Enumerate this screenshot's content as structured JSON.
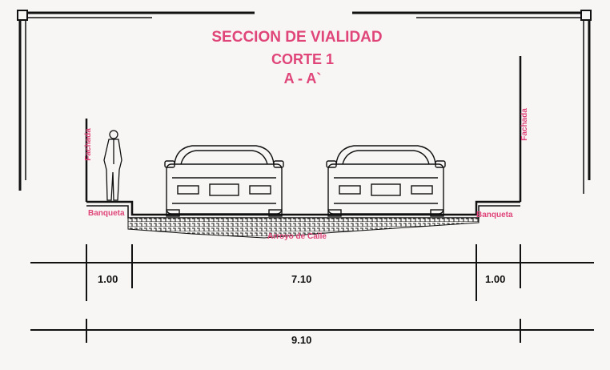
{
  "title": {
    "line1": "SECCION DE VIALIDAD",
    "line2": "CORTE 1",
    "line3": "A - A`"
  },
  "labels": {
    "facade_left": "Fachada",
    "facade_right": "Fachada",
    "sidewalk_left": "Banqueta",
    "sidewalk_right": "Banqueta",
    "roadway": "Arroyo de Calle"
  },
  "dimensions": {
    "sidewalk_left": "1.00",
    "roadway": "7.10",
    "sidewalk_right": "1.00",
    "total": "9.10"
  },
  "colors": {
    "label": "#e0457a",
    "line": "#111111"
  }
}
